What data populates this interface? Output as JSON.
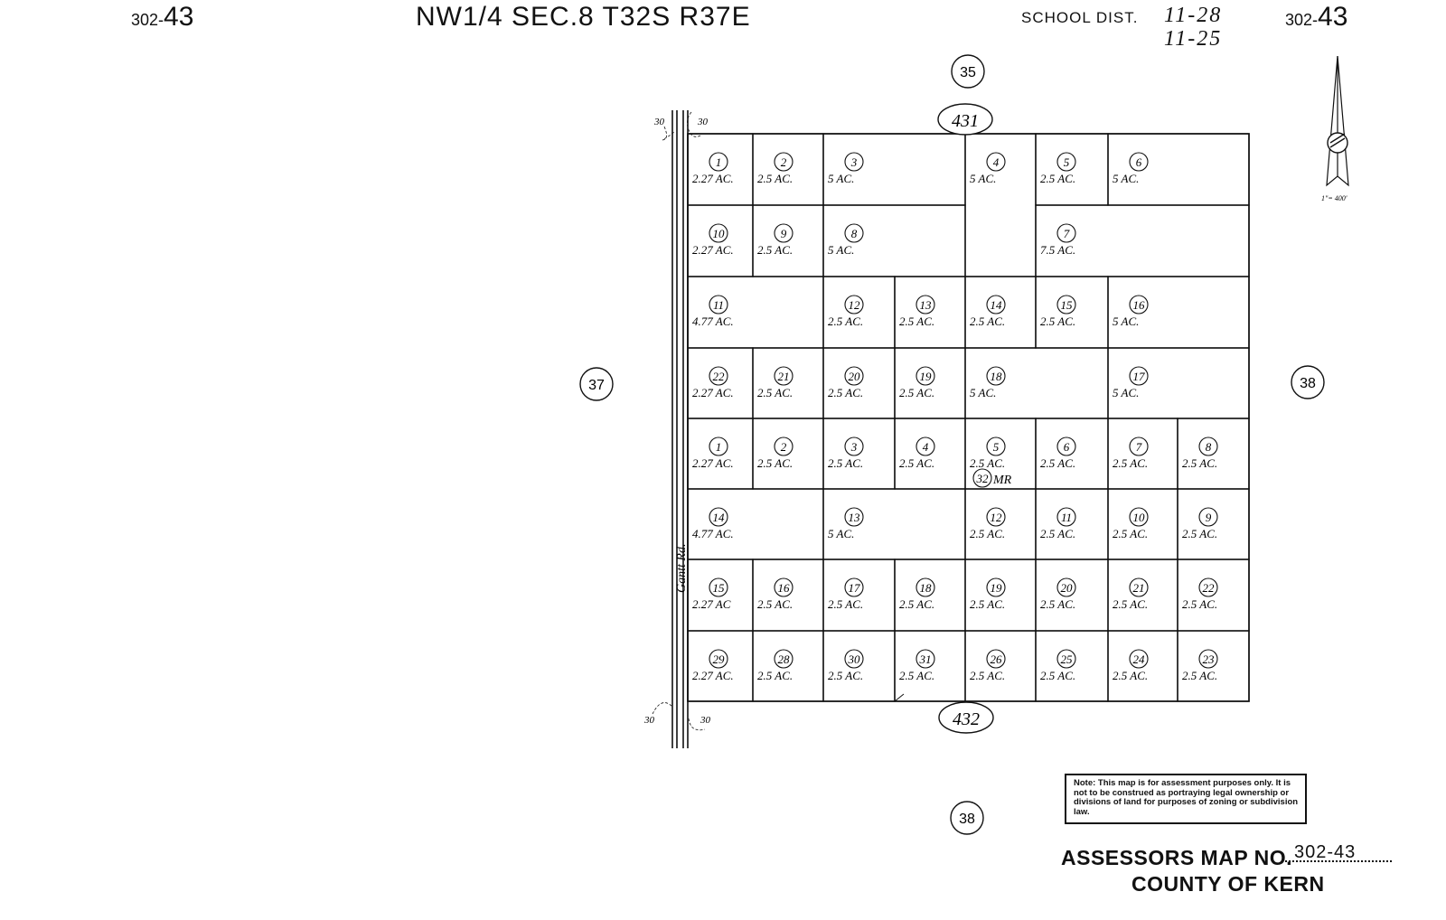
{
  "header": {
    "map_no_left_prefix": "302-",
    "map_no_left_suffix": "43",
    "title": "NW1/4 SEC.8 T32S R37E",
    "school_dist_label": "SCHOOL DIST.",
    "school_dist_values": [
      "11-28",
      "11-25"
    ],
    "map_no_right_prefix": "302-",
    "map_no_right_suffix": "43"
  },
  "north_arrow": {
    "scale": "1\"= 400'"
  },
  "adjacent_maps": {
    "top": "35",
    "left": "37",
    "right": "38",
    "bottom": "38"
  },
  "streets": {
    "top": "431",
    "bottom": "432",
    "west_road": "Gantt Rd."
  },
  "road_widths": {
    "top_left": "30",
    "top_right": "30",
    "bottom_left": "30",
    "bottom_right": "30"
  },
  "book_ref": "32",
  "book_ref_suffix": "MR",
  "parcels": [
    {
      "id": "1",
      "area": "2.27 AC."
    },
    {
      "id": "2",
      "area": "2.5 AC."
    },
    {
      "id": "3",
      "area": "5 AC."
    },
    {
      "id": "4",
      "area": "5 AC."
    },
    {
      "id": "5",
      "area": "2.5 AC."
    },
    {
      "id": "6",
      "area": "5 AC."
    },
    {
      "id": "10",
      "area": "2.27 AC."
    },
    {
      "id": "9",
      "area": "2.5 AC."
    },
    {
      "id": "8",
      "area": "5 AC."
    },
    {
      "id": "7",
      "area": "7.5 AC."
    },
    {
      "id": "11",
      "area": "4.77 AC."
    },
    {
      "id": "12",
      "area": "2.5 AC."
    },
    {
      "id": "13",
      "area": "2.5 AC."
    },
    {
      "id": "14",
      "area": "2.5 AC."
    },
    {
      "id": "15",
      "area": "2.5 AC."
    },
    {
      "id": "16",
      "area": "5 AC."
    },
    {
      "id": "22",
      "area": "2.27 AC."
    },
    {
      "id": "21",
      "area": "2.5 AC."
    },
    {
      "id": "20",
      "area": "2.5 AC."
    },
    {
      "id": "19",
      "area": "2.5 AC."
    },
    {
      "id": "18",
      "area": "5 AC."
    },
    {
      "id": "17",
      "area": "5 AC."
    },
    {
      "id": "1",
      "area": "2.27 AC."
    },
    {
      "id": "2",
      "area": "2.5 AC."
    },
    {
      "id": "3",
      "area": "2.5 AC."
    },
    {
      "id": "4",
      "area": "2.5 AC."
    },
    {
      "id": "5",
      "area": "2.5 AC."
    },
    {
      "id": "6",
      "area": "2.5 AC."
    },
    {
      "id": "7",
      "area": "2.5 AC."
    },
    {
      "id": "8",
      "area": "2.5 AC."
    },
    {
      "id": "14",
      "area": "4.77 AC."
    },
    {
      "id": "13",
      "area": "5 AC."
    },
    {
      "id": "12",
      "area": "2.5 AC."
    },
    {
      "id": "11",
      "area": "2.5 AC."
    },
    {
      "id": "10",
      "area": "2.5 AC."
    },
    {
      "id": "9",
      "area": "2.5 AC."
    },
    {
      "id": "15",
      "area": "2.27 AC"
    },
    {
      "id": "16",
      "area": "2.5 AC."
    },
    {
      "id": "17",
      "area": "2.5 AC."
    },
    {
      "id": "18",
      "area": "2.5 AC."
    },
    {
      "id": "19",
      "area": "2.5 AC."
    },
    {
      "id": "20",
      "area": "2.5 AC."
    },
    {
      "id": "21",
      "area": "2.5 AC."
    },
    {
      "id": "22",
      "area": "2.5 AC."
    },
    {
      "id": "29",
      "area": "2.27 AC."
    },
    {
      "id": "28",
      "area": "2.5 AC."
    },
    {
      "id": "30",
      "area": "2.5 AC."
    },
    {
      "id": "31",
      "area": "2.5 AC."
    },
    {
      "id": "26",
      "area": "2.5 AC."
    },
    {
      "id": "25",
      "area": "2.5 AC."
    },
    {
      "id": "24",
      "area": "2.5 AC."
    },
    {
      "id": "23",
      "area": "2.5 AC."
    }
  ],
  "note": "Note: This map is for assessment purposes only. It is not to be construed as portraying legal ownership or divisions of land for purposes of zoning or subdivision law.",
  "footer": {
    "assessors_label": "ASSESSORS MAP NO.",
    "assessors_value": "302-43",
    "county": "COUNTY OF KERN"
  }
}
